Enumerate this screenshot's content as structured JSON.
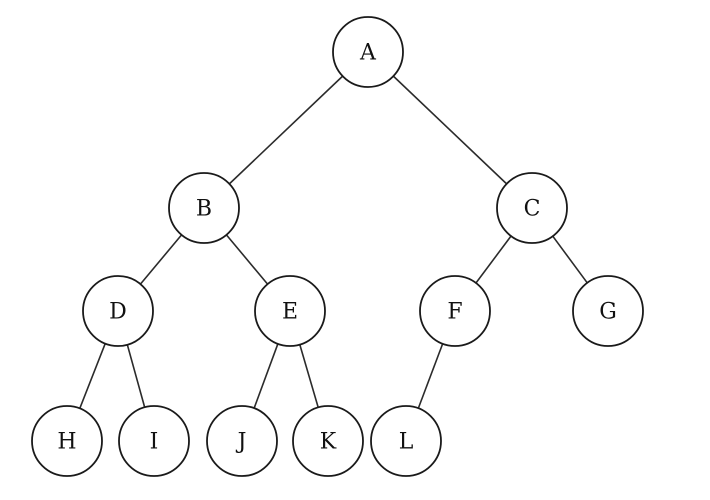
{
  "tree": {
    "nodes": [
      {
        "id": "A",
        "label": "A"
      },
      {
        "id": "B",
        "label": "B"
      },
      {
        "id": "C",
        "label": "C"
      },
      {
        "id": "D",
        "label": "D"
      },
      {
        "id": "E",
        "label": "E"
      },
      {
        "id": "F",
        "label": "F"
      },
      {
        "id": "G",
        "label": "G"
      },
      {
        "id": "H",
        "label": "H"
      },
      {
        "id": "I",
        "label": "I"
      },
      {
        "id": "J",
        "label": "J"
      },
      {
        "id": "K",
        "label": "K"
      },
      {
        "id": "L",
        "label": "L"
      }
    ],
    "edges": [
      {
        "from": "A",
        "to": "B"
      },
      {
        "from": "A",
        "to": "C"
      },
      {
        "from": "B",
        "to": "D"
      },
      {
        "from": "B",
        "to": "E"
      },
      {
        "from": "C",
        "to": "F"
      },
      {
        "from": "C",
        "to": "G"
      },
      {
        "from": "D",
        "to": "H"
      },
      {
        "from": "D",
        "to": "I"
      },
      {
        "from": "E",
        "to": "J"
      },
      {
        "from": "E",
        "to": "K"
      },
      {
        "from": "F",
        "to": "L"
      }
    ]
  }
}
